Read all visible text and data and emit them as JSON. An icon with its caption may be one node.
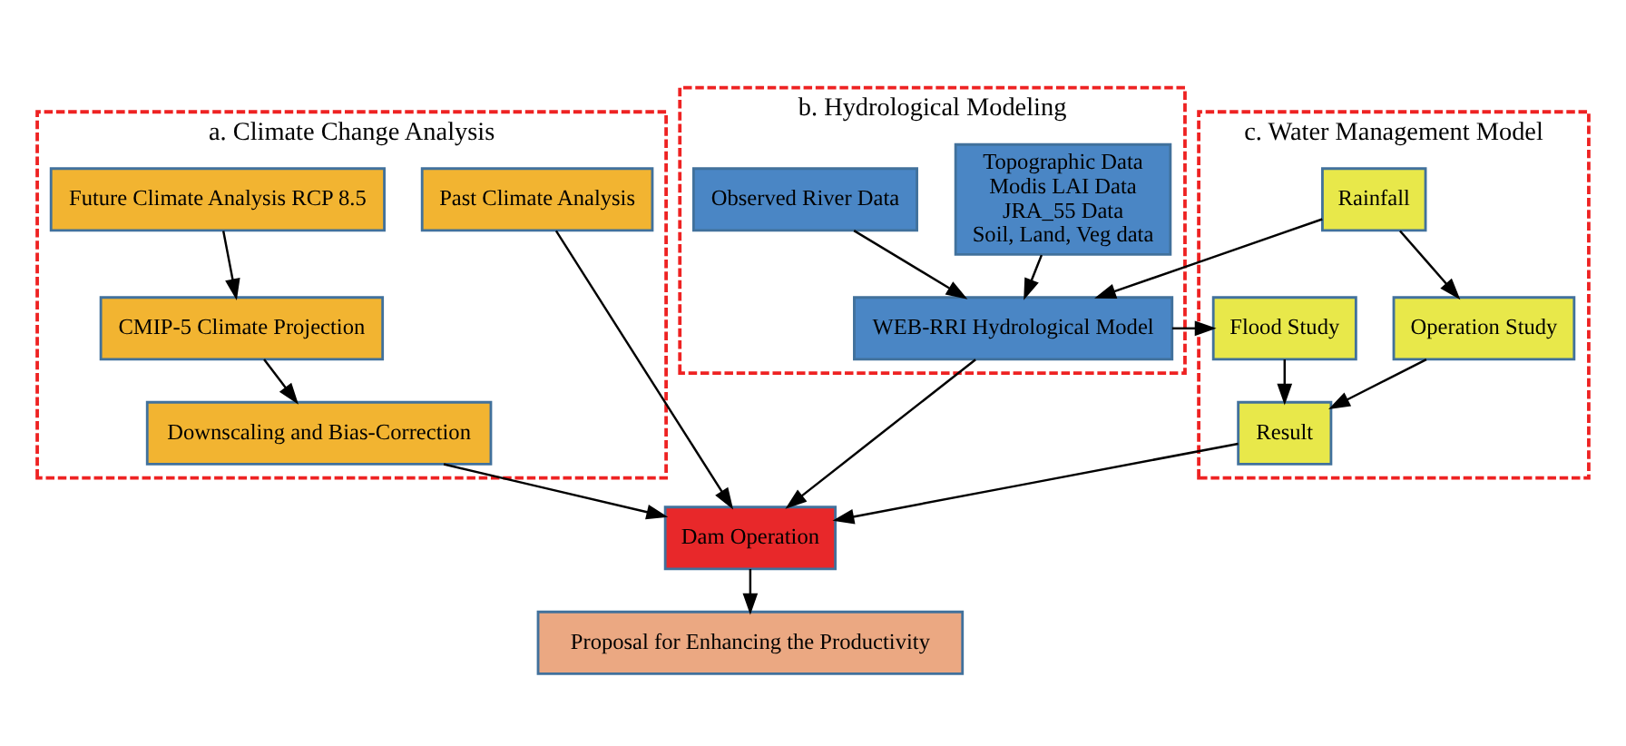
{
  "diagram": {
    "nodes": [
      {
        "text": [
          "a. Climate Change Analysis"
        ]
      },
      {
        "text": [
          "Future Climate Analysis RCP 8.5"
        ],
        "in": 0
      },
      {
        "text": [
          "Past Climate Analysis"
        ],
        "in": 0
      },
      {
        "text": [
          "CMIP-5 Climate Projection"
        ],
        "in": 0
      },
      {
        "text": [
          "Downscaling and Bias-Correction"
        ],
        "in": 0
      },
      {
        "text": [
          "b. Hydrological Modeling"
        ]
      },
      {
        "text": [
          "Topographic Data",
          "Modis LAI Data",
          "JRA_55 Data",
          "Soil, Land, Veg data"
        ],
        "in": 5
      },
      {
        "text": [
          "Observed River Data"
        ],
        "in": 5
      },
      {
        "text": [
          "WEB-RRI Hydrological Model"
        ],
        "in": 5
      },
      {
        "text": [
          "c. Water Management Model"
        ]
      },
      {
        "text": [
          "Rainfall"
        ],
        "in": 9
      },
      {
        "text": [
          "Operation Study"
        ],
        "in": 9
      },
      {
        "text": [
          "Flood Study"
        ],
        "in": 9
      },
      {
        "text": [
          "Result"
        ],
        "in": 9
      },
      {
        "text": [
          "Dam Operation"
        ]
      },
      {
        "text": [
          "Proposal for Enhancing the Productivity"
        ]
      }
    ],
    "edges": [
      {
        "from": 1,
        "to": 3,
        "arrow": "to"
      },
      {
        "from": 3,
        "to": 4,
        "arrow": "to"
      },
      {
        "from": 2,
        "to": 14,
        "arrow": "to"
      },
      {
        "from": 4,
        "to": 14,
        "arrow": "to"
      },
      {
        "from": 6,
        "to": 8,
        "arrow": "to"
      },
      {
        "from": 7,
        "to": 8,
        "arrow": "to"
      },
      {
        "from": 10,
        "to": 8,
        "arrow": "to"
      },
      {
        "from": 8,
        "to": 12,
        "arrow": "to"
      },
      {
        "from": 10,
        "to": 11,
        "arrow": "to"
      },
      {
        "from": 12,
        "to": 13,
        "arrow": "to"
      },
      {
        "from": 11,
        "to": 13,
        "arrow": "to"
      },
      {
        "from": 8,
        "to": 14,
        "arrow": "to"
      },
      {
        "from": 13,
        "to": 14,
        "arrow": "to"
      },
      {
        "from": 14,
        "to": 15,
        "arrow": "to"
      }
    ]
  }
}
